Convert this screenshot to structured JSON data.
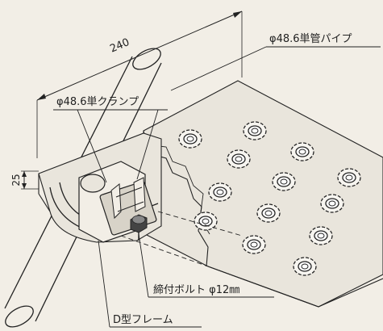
{
  "dimensions": {
    "length": "240",
    "height": "25"
  },
  "labels": {
    "pipe": "φ48.6単管パイプ",
    "clamp": "φ48.6単クランプ",
    "bolt": "締付ボルト φ12㎜",
    "frame": "D型フレーム"
  },
  "colors": {
    "line": "#222222",
    "panel_shade": "#e9e5dc",
    "hole_fill": "#f7f5f0",
    "background": "#f2eee6"
  }
}
